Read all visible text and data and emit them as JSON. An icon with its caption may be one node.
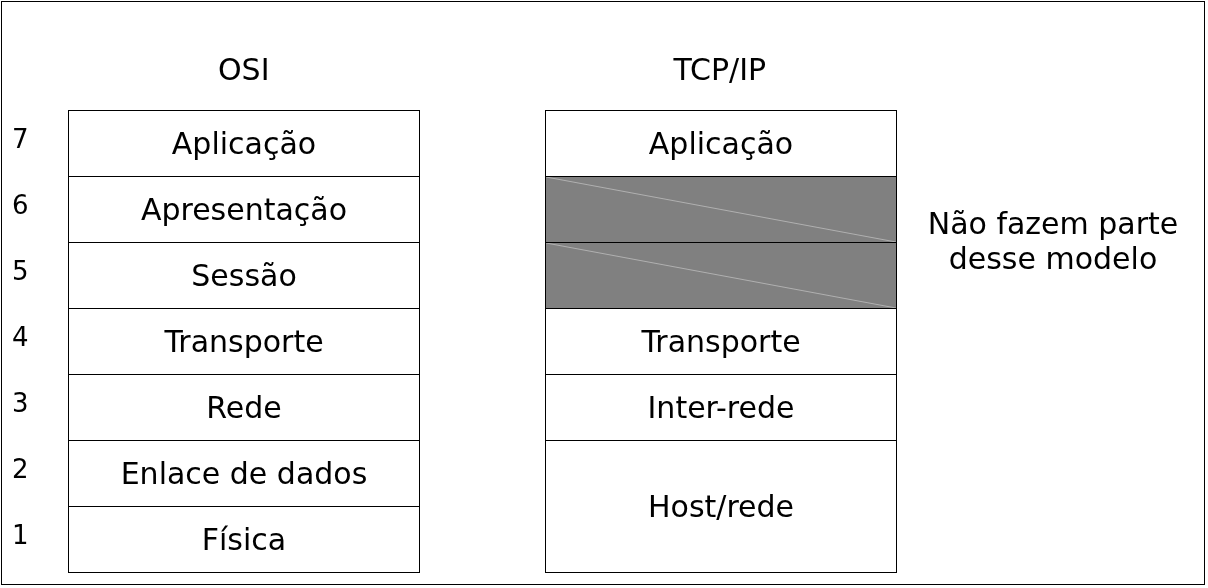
{
  "diagram": {
    "nodes": [
      {
        "text": [
          "Aplicação"
        ]
      },
      {
        "text": [
          "Apresentação"
        ]
      },
      {
        "text": [
          "Sessão"
        ]
      },
      {
        "text": [
          "Transporte"
        ]
      },
      {
        "text": [
          "Rede"
        ]
      },
      {
        "text": [
          "Enlace de dados"
        ]
      },
      {
        "text": [
          "Física"
        ]
      },
      {
        "text": [
          "Aplicação"
        ]
      },
      {
        "text": [],
        "shape": "box"
      },
      {
        "text": [],
        "shape": "box"
      },
      {
        "text": [
          "Transporte"
        ]
      },
      {
        "text": [
          "Inter-rede"
        ]
      },
      {
        "text": [
          "Host/rede"
        ]
      }
    ],
    "edges": [],
    "labels": [
      "OSI",
      "TCP/IP",
      "7",
      "6",
      "5",
      "4",
      "3",
      "2",
      "1",
      "Não fazem parte desse modelo"
    ]
  }
}
